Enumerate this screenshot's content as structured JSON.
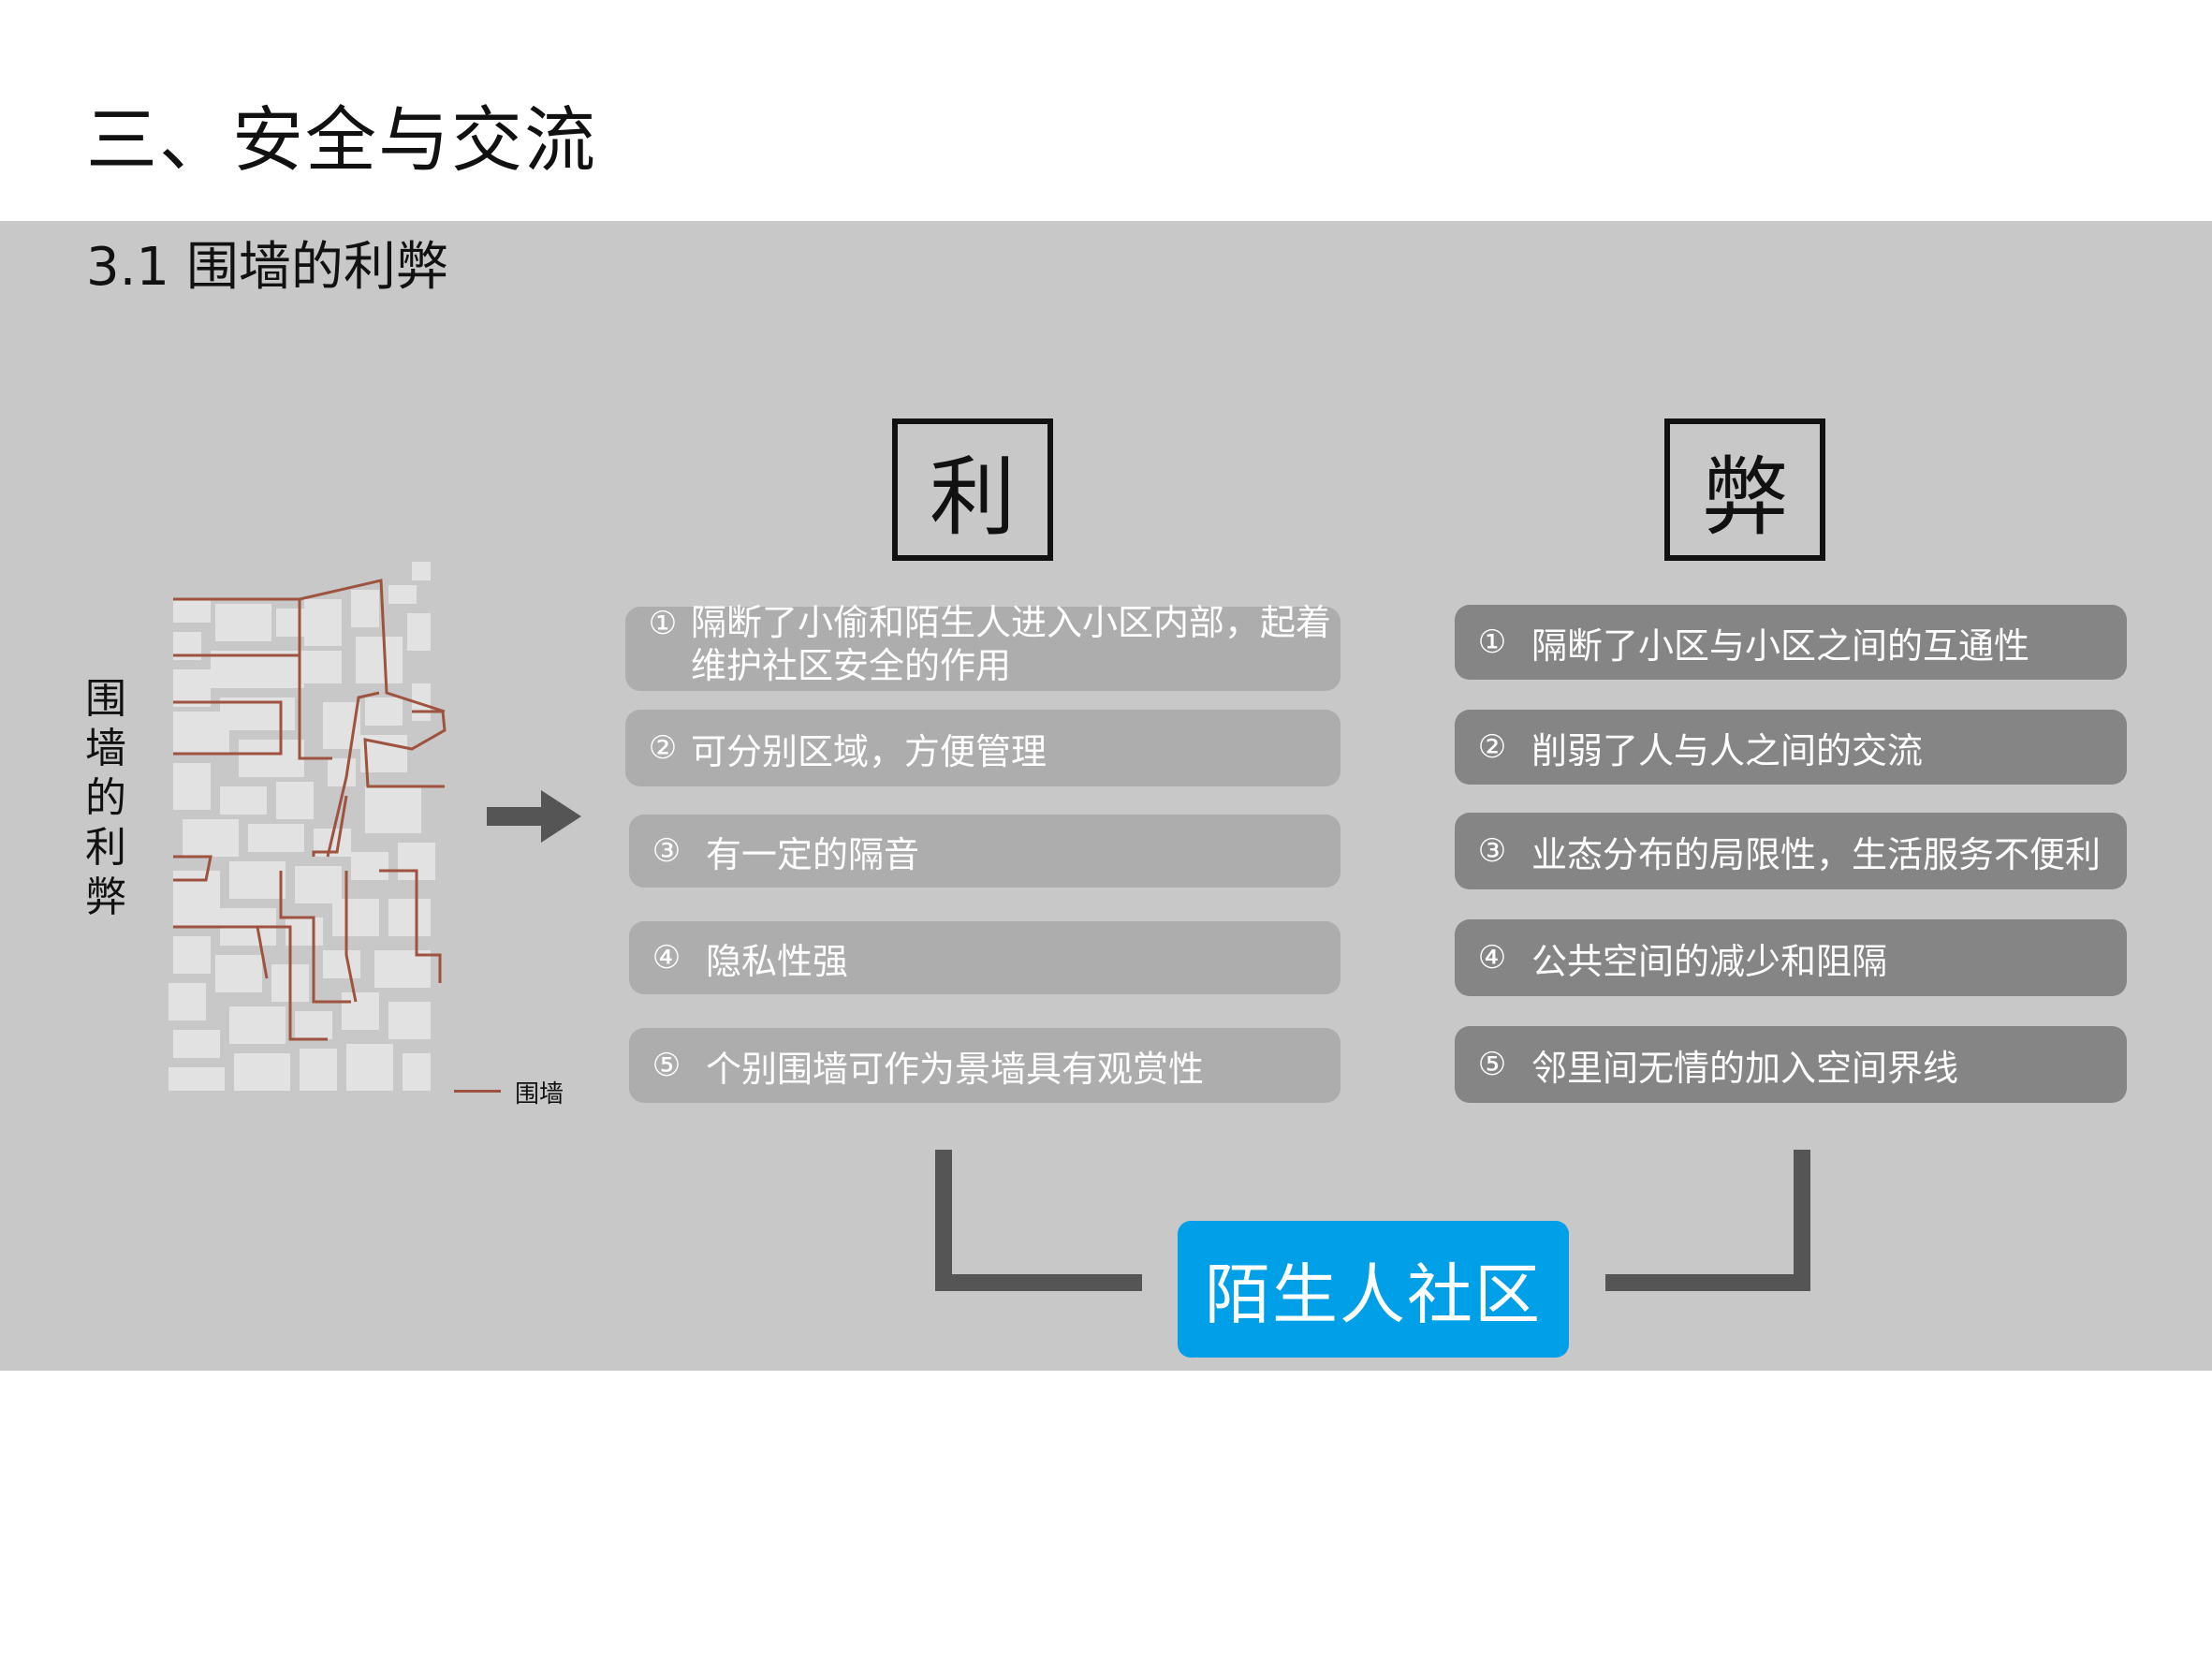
{
  "title": "三、安全与交流",
  "section_title": "3.1 围墙的利弊",
  "vertical_label": "围墙的利弊",
  "legend": {
    "label": "围墙",
    "color": "#9e5240"
  },
  "pros": {
    "header": "利",
    "items": [
      {
        "num": "①",
        "text": "隔断了小偷和陌生人进入小区内部，起着维护社区安全的作用"
      },
      {
        "num": "②",
        "text": "可分别区域，方便管理"
      },
      {
        "num": "③",
        "text": "有一定的隔音"
      },
      {
        "num": "④",
        "text": "隐私性强"
      },
      {
        "num": "⑤",
        "text": "个别围墙可作为景墙具有观赏性"
      }
    ]
  },
  "cons": {
    "header": "弊",
    "items": [
      {
        "num": "①",
        "text": "隔断了小区与小区之间的互通性"
      },
      {
        "num": "②",
        "text": "削弱了人与人之间的交流"
      },
      {
        "num": "③",
        "text": "业态分布的局限性，生活服务不便利"
      },
      {
        "num": "④",
        "text": "公共空间的减少和阻隔"
      },
      {
        "num": "⑤",
        "text": "邻里间无情的加入空间界线"
      }
    ]
  },
  "conclusion": "陌生人社区",
  "colors": {
    "panel": "#c8c8c8",
    "pro_item": "#adadad",
    "con_item": "#858585",
    "conclusion": "#00a0e8",
    "bracket": "#555555"
  }
}
